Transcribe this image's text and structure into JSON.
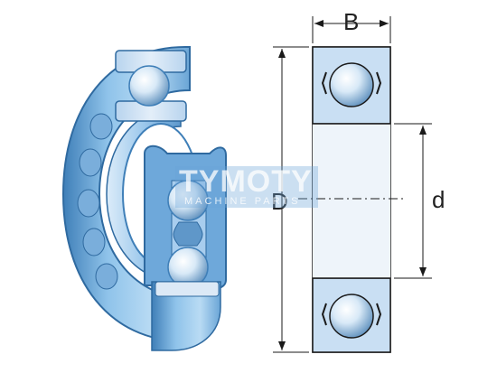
{
  "dimensions": {
    "width_label": "B",
    "outer_diameter_label": "D",
    "inner_diameter_label": "d"
  },
  "watermark": {
    "brand": "TYMOTY",
    "tagline": "MACHINE PARTS"
  },
  "colors": {
    "ring_blue": "#8fc3ea",
    "ring_dark": "#3f7fb8",
    "ring_light": "#cfe6f8",
    "ball_light": "#f3f8fd",
    "section_fill": "#c9dff3",
    "line": "#1a1a1a"
  }
}
